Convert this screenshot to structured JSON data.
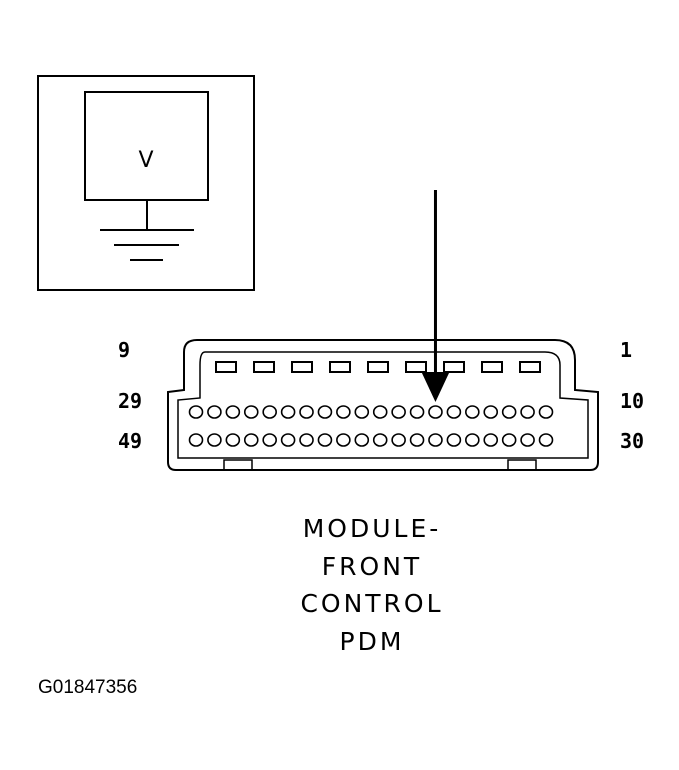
{
  "meter": {
    "symbol": "V"
  },
  "connector": {
    "pin_labels": {
      "top_left": "9",
      "top_right": "1",
      "mid_left": "29",
      "mid_right": "10",
      "bottom_left": "49",
      "bottom_right": "30"
    },
    "top_row_slots": 9,
    "middle_row_pins": 20,
    "bottom_row_pins": 20,
    "probed_pin_index": 13
  },
  "caption": {
    "lines": [
      "MODULE-",
      "FRONT",
      "CONTROL",
      "PDM"
    ]
  },
  "figure_id": "G01847356"
}
